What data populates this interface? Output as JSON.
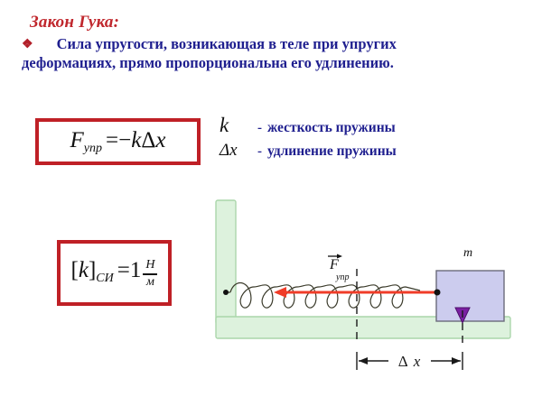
{
  "slide": {
    "title": "Закон Гука:",
    "background_color": "#ffffff",
    "statement_bullet": "❖",
    "statement": "Сила упругости, возникающая в теле при упругих деформациях, прямо пропорциональна его удлинению.",
    "title_color": "#c0272d",
    "text_color": "#1f1f8f"
  },
  "formula_main": {
    "symbol_F": "F",
    "subscript": "упр",
    "equals": "=",
    "minus": "−",
    "k": "k",
    "delta": "Δ",
    "x": "x",
    "full": "F упр = −kΔx",
    "border_color": "#bf2026"
  },
  "formula_units": {
    "open_bracket": "[",
    "k": "k",
    "close_bracket": "]",
    "subscript": "СИ",
    "equals": "=",
    "value": "1",
    "numerator": "Н",
    "denominator": "м",
    "full": "[k]СИ = 1 Н/м",
    "border_color": "#bf2026"
  },
  "legend": {
    "rows": [
      {
        "symbol": "k",
        "dash": "-",
        "text": "жесткость пружины"
      },
      {
        "symbol": "Δx",
        "dash": "-",
        "text": "удлинение пружины"
      }
    ]
  },
  "diagram": {
    "wall_floor_fill": "#ddf2dd",
    "wall_floor_stroke": "#aad6aa",
    "spring_color": "#3a3a2a",
    "spring_loops": 8,
    "force_arrow_color": "#f03c28",
    "force_label": "F",
    "force_label_subscript": "упр",
    "force_label_has_vector_arrow": true,
    "block_label": "m",
    "block_fill": "#ccccee",
    "block_stroke": "#6b6b7b",
    "marker_color": "#7a1fa2",
    "dimension_label_delta": "Δ",
    "dimension_label_x": "x",
    "dimension_label": "Δ x",
    "dimension_line_color": "#1a1a1a",
    "reference_line_style": "dashed"
  }
}
